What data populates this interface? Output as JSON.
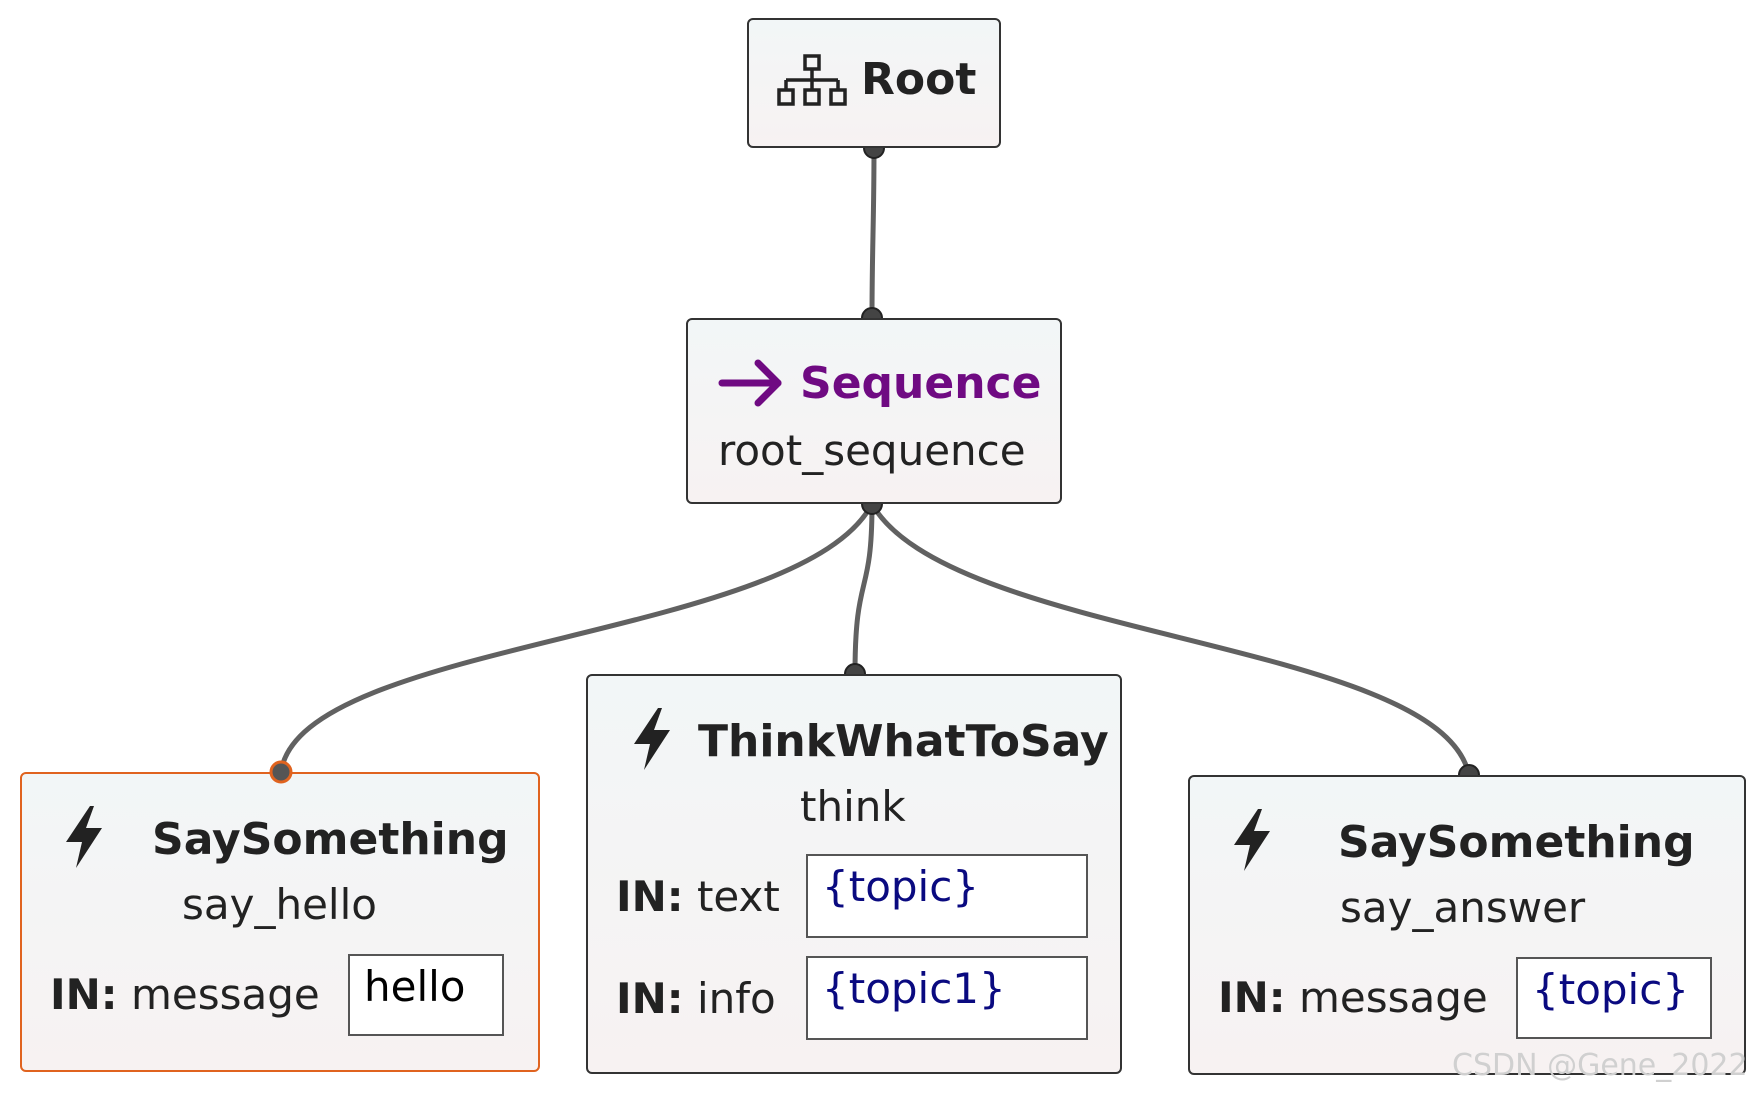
{
  "nodes": {
    "root": {
      "title": "Root"
    },
    "sequence": {
      "title": "Sequence",
      "name": "root_sequence"
    },
    "say_hello": {
      "title": "SaySomething",
      "name": "say_hello",
      "ports": [
        {
          "direction": "IN:",
          "key": "message",
          "value": "hello"
        }
      ]
    },
    "think": {
      "title": "ThinkWhatToSay",
      "name": "think",
      "ports": [
        {
          "direction": "IN:",
          "key": "text",
          "value": "{topic}"
        },
        {
          "direction": "IN:",
          "key": "info",
          "value": "{topic1}"
        }
      ]
    },
    "say_answer": {
      "title": "SaySomething",
      "name": "say_answer",
      "ports": [
        {
          "direction": "IN:",
          "key": "message",
          "value": "{topic}"
        }
      ]
    }
  },
  "colors": {
    "sequence_accent": "#6f0a82",
    "selected_border": "#e0631f",
    "variable_text": "#0a0a80",
    "edge": "#616161"
  },
  "watermark": "CSDN @Gene_2022"
}
